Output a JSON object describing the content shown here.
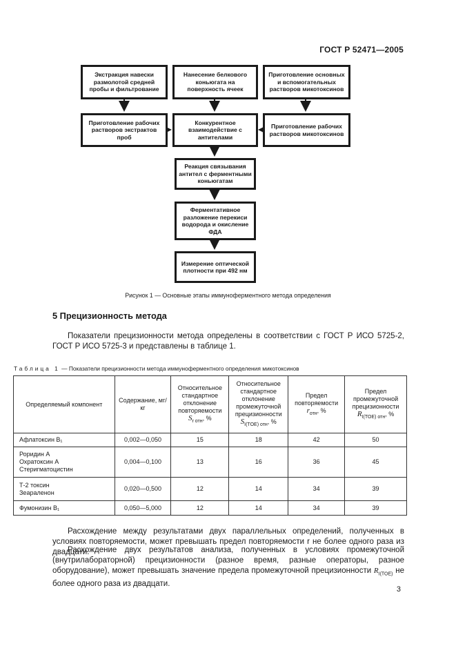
{
  "header": {
    "standard": "ГОСТ Р 52471—2005"
  },
  "figure": {
    "boxes": {
      "b1": "Экстракция навески размолотой средней пробы и фильтрование",
      "b2": "Нанесение белкового коньюгата на поверхность ячеек",
      "b3": "Приготовление основных и вспомогательных растворов микотоксинов",
      "b4": "Приготовление рабочих растворов экстрактов проб",
      "b5": "Конкурентное взаимодействие с антителами",
      "b6": "Приготовление рабочих растворов микотоксинов",
      "b7": "Реакция связывания антител с ферментными коньюгатам",
      "b8": "Ферментативное разложение перекиси водорода и окисление ФДА",
      "b9": "Измерение оптической плотности при 492 нм"
    },
    "caption": "Рисунок 1 — Основные этапы иммуноферментного метода определения"
  },
  "section": {
    "title": "5 Прецизионность метода",
    "para1": "Показатели прецизионности метода определены в соответствии с ГОСТ Р ИСО 5725-2, ГОСТ Р ИСО 5725-3 и представлены в таблице 1."
  },
  "table": {
    "caption_prefix": "Таблица 1",
    "caption_rest": " — Показатели прецизионности метода иммуноферментного определения микотоксинов",
    "headers": {
      "h1": "Определяемый компонент",
      "h2": "Содержание, мг/кг",
      "h3": "Относительное стандартное отклонение повторяемости",
      "h3_sym": "S",
      "h3_sub": "r отн",
      "h3_unit": ", %",
      "h4": "Относительное стандартное отклонение промежуточной прецизионности",
      "h4_sym": "S",
      "h4_sub": "I(TOE) отн",
      "h4_unit": ", %",
      "h5": "Предел повторяемости",
      "h5_sym": "r",
      "h5_sub": "отн",
      "h5_unit": ", %",
      "h6": "Предел промежуточной прецизионности",
      "h6_sym": "R",
      "h6_sub": "I(TOE) отн",
      "h6_unit": ", %"
    },
    "rows": [
      {
        "component": "Афлатоксин B₁",
        "content": "0,002—0,050",
        "sr": "15",
        "si": "18",
        "r": "42",
        "ri": "50"
      },
      {
        "component": "Роридин А\nОхратоксин А\nСтеригматоцистин",
        "content": "0,004—0,100",
        "sr": "13",
        "si": "16",
        "r": "36",
        "ri": "45"
      },
      {
        "component": "Т-2 токсин\nЗеараленон",
        "content": "0,020—0,500",
        "sr": "12",
        "si": "14",
        "r": "34",
        "ri": "39"
      },
      {
        "component": "Фумонизин B₁",
        "content": "0,050—5,000",
        "sr": "12",
        "si": "14",
        "r": "34",
        "ri": "39"
      }
    ]
  },
  "body": {
    "para2": "Расхождение между результатами двух параллельных определений, полученных в условиях повторяемости, может превышать предел повторяемости r не более одного раза из двадцати.",
    "para3_main": "Расхождение двух результатов анализа, полученных в условиях промежуточной (внутрилабораторной) прецизионности (разное время, разные операторы, разное оборудование), может превышать значение предела промежуточной прецизионности ",
    "para3_sym": "R",
    "para3_sub": "I(TOE)",
    "para3_end": " не более одного раза из двадцати."
  },
  "footer": {
    "page": "3"
  }
}
